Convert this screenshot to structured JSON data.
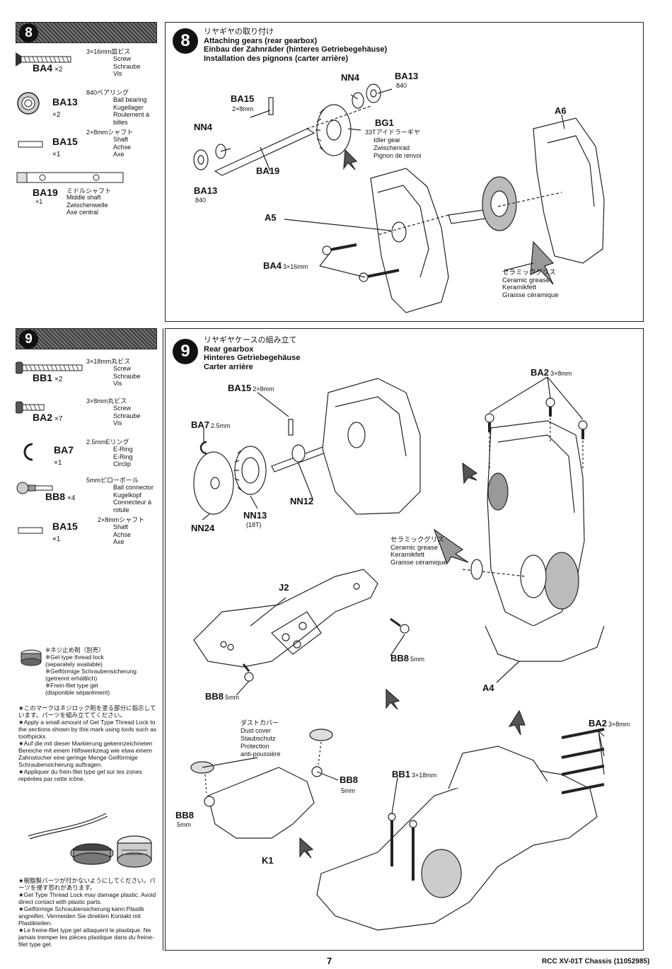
{
  "step8": {
    "number": "8",
    "title_jp": "リヤギヤの取り付け",
    "title_en": "Attaching gears (rear gearbox)",
    "title_de": "Einbau der Zahnräder (hinteres Getriebegehäuse)",
    "title_fr": "Installation des pignons (carter arrière)",
    "parts": [
      {
        "code": "BA4",
        "qty": "×2",
        "spec": "3×16mm皿ビス",
        "en": "Screw",
        "de": "Schraube",
        "fr": "Vis"
      },
      {
        "code": "BA13",
        "qty": "×2",
        "spec": "840ベアリング",
        "en": "Ball bearing",
        "de": "Kugellager",
        "fr": "Roulement à billes"
      },
      {
        "code": "BA15",
        "qty": "×1",
        "spec": "2×8mmシャフト",
        "en": "Shaft",
        "de": "Achse",
        "fr": "Axe"
      },
      {
        "code": "BA19",
        "qty": "×1",
        "spec": "ミドルシャフト",
        "en": "Middle shaft",
        "de": "Zwischenwelle",
        "fr": "Axe central"
      }
    ],
    "labels": {
      "nn4_top": "NN4",
      "ba13_top": "BA13",
      "ba13_top_sub": "840",
      "ba15": "BA15",
      "ba15_sub": "2×8mm",
      "nn4_left": "NN4",
      "bg1": "BG1",
      "bg1_jp": "33Tアイドラーギヤ",
      "bg1_en": "Idler gear",
      "bg1_de": "Zwischenrad",
      "bg1_fr": "Pignon de renvoi",
      "a6": "A6",
      "ba19": "BA19",
      "ba13_left": "BA13",
      "ba13_left_sub": "840",
      "a5": "A5",
      "ba4": "BA4",
      "ba4_sub": "3×16mm",
      "grease_jp": "セラミックグリス",
      "grease_en": "Ceramic grease",
      "grease_de": "Keramikfett",
      "grease_fr": "Graisse céramique"
    }
  },
  "step9": {
    "number": "9",
    "title_jp": "リヤギヤケースの組み立て",
    "title_en": "Rear gearbox",
    "title_de": "Hinteres Getriebegehäuse",
    "title_fr": "Carter arrière",
    "parts": [
      {
        "code": "BB1",
        "qty": "×2",
        "spec": "3×18mm丸ビス",
        "en": "Screw",
        "de": "Schraube",
        "fr": "Vis"
      },
      {
        "code": "BA2",
        "qty": "×7",
        "spec": "3×8mm丸ビス",
        "en": "Screw",
        "de": "Schraube",
        "fr": "Vis"
      },
      {
        "code": "BA7",
        "qty": "×1",
        "spec": "2.5mmEリング",
        "en": "E-Ring",
        "de": "E-Ring",
        "fr": "Circlip"
      },
      {
        "code": "BB8",
        "qty": "×4",
        "spec": "5mmピローボール",
        "en": "Ball connector",
        "de": "Kugelkopf",
        "fr": "Connecteur à rotule"
      },
      {
        "code": "BA15",
        "qty": "×1",
        "spec": "2×8mmシャフト",
        "en": "Shaft",
        "de": "Achse",
        "fr": "Axe"
      }
    ],
    "labels": {
      "ba15": "BA15",
      "ba15_sub": "2×8mm",
      "ba7": "BA7",
      "ba7_sub": "2.5mm",
      "ba2_top": "BA2",
      "ba2_top_sub": "3×8mm",
      "nn12": "NN12",
      "nn13": "NN13",
      "nn13_sub": "(18T)",
      "nn24": "NN24",
      "grease_jp": "セラミックグリス",
      "grease_en": "Ceramic grease",
      "grease_de": "Keramikfett",
      "grease_fr": "Graisse céramique",
      "j2": "J2",
      "bb8_right": "BB8",
      "bb8_right_sub": "5mm",
      "bb8_left": "BB8",
      "bb8_left_sub": "5mm",
      "a4": "A4",
      "dust_jp": "ダストカバー",
      "dust_en": "Dust cover",
      "dust_de": "Staubschutz",
      "dust_fr1": "Protection",
      "dust_fr2": "anti-poussière",
      "bb8_mid": "BB8",
      "bb8_mid_sub": "5mm",
      "bb1": "BB1",
      "bb1_sub": "3×18mm",
      "ba2_right": "BA2",
      "ba2_right_sub": "3×8mm",
      "bb8_lower": "BB8",
      "bb8_lower_sub": "5mm",
      "k1": "K1"
    }
  },
  "threadlock": {
    "jp1": "※ネジ止め剤（別売）",
    "en1": "※Gel type thread lock",
    "en2": "(separately available)",
    "de1": "※Gelförmige Schraubensicherung",
    "de2": "(getrennt erhältlich)",
    "fr1": "※Frein-filet type gel",
    "fr2": "(disponible séparément)"
  },
  "instructions": {
    "jp": "★このマークはネジロック剤を塗る部分に指示しています。パーツを組み立ててください。",
    "en": "★Apply a small amount of Gel Type Thread Lock to the sections shown by this mark using tools such as toothpicks.",
    "de": "★Auf die mit dieser Markierung gekennzeichneten Bereiche mit einem Hilfswerkzeug wie etwa einem Zahnstocher eine geringe Menge Gelförmige Schraubensicherung auftragen.",
    "fr": "★Appliquer du frein-filet type gel sur les zones repérées par cette icône."
  },
  "warnings": {
    "jp": "★樹脂製パーツが付かないようにしてください。パーツを侵す恐れがあります。",
    "en": "★Gel Type Thread Lock may damage plastic. Avoid direct contact with plastic parts.",
    "de": "★Gelförmige Schraubensicherung kann Plastik angreifen. Vermeiden Sie direkten Kontakt mit Plastikteilen.",
    "fr": "★Le freine-filet type gel attaquent le plastique. Ne jamais tremper les pièces plastique dans du freine-filet type gel."
  },
  "footer": {
    "page": "7",
    "model": "RCC XV-01T Chassis (11052985)"
  }
}
